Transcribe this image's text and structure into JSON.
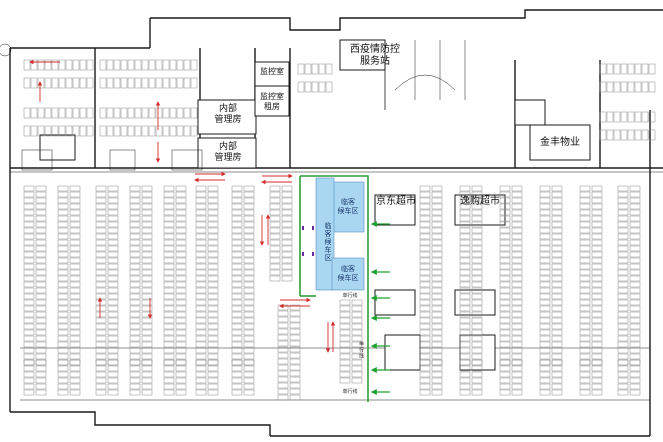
{
  "labels": {
    "epidemic_station": "西疫情防控\n服务站",
    "monitor_room": "监控室",
    "monitor_room_rental": "监控室\n租房",
    "internal_room_1": "内部\n管理房",
    "internal_room_2": "内部\n管理房",
    "jinfeng_property": "金丰物业",
    "jd_supermarket": "京东超市",
    "yigou_supermarket": "逸购超市",
    "pickup_zone_top": "临客\n候车区",
    "pickup_zone_vertical": "临客候车区",
    "pickup_zone_bottom": "临客\n候车区",
    "one_way_1": "单行线",
    "one_way_2": "单行线",
    "one_way_3": "单行线"
  },
  "colors": {
    "walls": "#1a1a1a",
    "stalls": "#8a8a8a",
    "pickup_zone": "#a9d6f0",
    "green_route": "#2f9e3a",
    "red_arrow": "#d42b2b",
    "green_arrow": "#20a030",
    "purple_marker": "#6b2aa0",
    "background": "#ffffff"
  },
  "icons": [
    "entry-arrow-icon",
    "direction-arrow-icon"
  ]
}
